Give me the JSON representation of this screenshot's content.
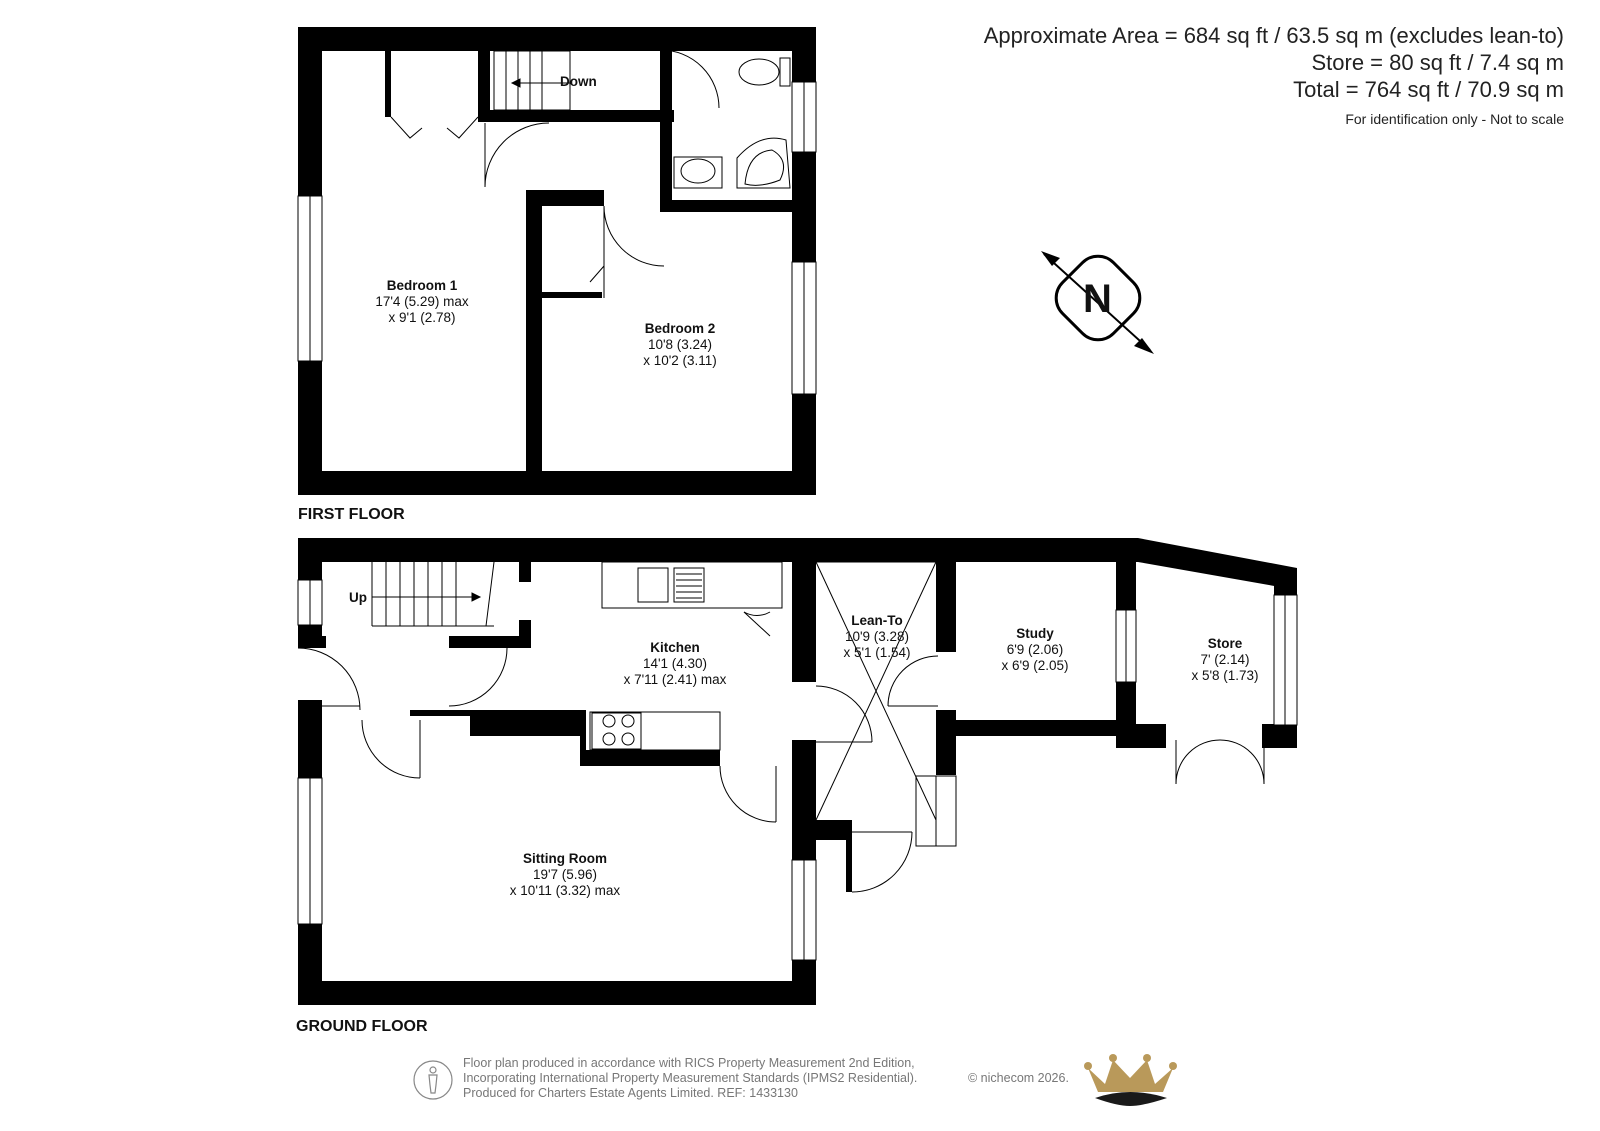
{
  "area_summary": {
    "line1": "Approximate Area = 684 sq ft / 63.5 sq m (excludes lean-to)",
    "line2": "Store = 80 sq ft / 7.4 sq m",
    "line3": "Total = 764 sq ft / 70.9 sq m",
    "disclaimer": "For identification only - Not to scale"
  },
  "floors": {
    "first": "FIRST FLOOR",
    "ground": "GROUND FLOOR"
  },
  "rooms": {
    "bedroom1": {
      "name": "Bedroom 1",
      "dim1": "17'4 (5.29) max",
      "dim2": "x 9'1 (2.78)"
    },
    "bedroom2": {
      "name": "Bedroom 2",
      "dim1": "10'8 (3.24)",
      "dim2": "x 10'2 (3.11)"
    },
    "kitchen": {
      "name": "Kitchen",
      "dim1": "14'1 (4.30)",
      "dim2": "x 7'11 (2.41) max"
    },
    "leanto": {
      "name": "Lean-To",
      "dim1": "10'9 (3.28)",
      "dim2": "x 5'1 (1.54)"
    },
    "study": {
      "name": "Study",
      "dim1": "6'9 (2.06)",
      "dim2": "x 6'9 (2.05)"
    },
    "store": {
      "name": "Store",
      "dim1": "7' (2.14)",
      "dim2": "x 5'8 (1.73)"
    },
    "sitting": {
      "name": "Sitting Room",
      "dim1": "19'7 (5.96)",
      "dim2": "x 10'11 (3.32) max"
    }
  },
  "stairs": {
    "down": "Down",
    "up": "Up"
  },
  "compass": {
    "letter": "N"
  },
  "footer": {
    "line1": "Floor plan produced in accordance with RICS Property Measurement 2nd Edition,",
    "line2": "Incorporating International Property Measurement Standards (IPMS2 Residential).",
    "line3": "Produced for Charters Estate Agents Limited.   REF: 1433130",
    "copyright": "© nichecom 2026."
  },
  "colors": {
    "wall": "#000000",
    "crown": "#b9995a"
  }
}
